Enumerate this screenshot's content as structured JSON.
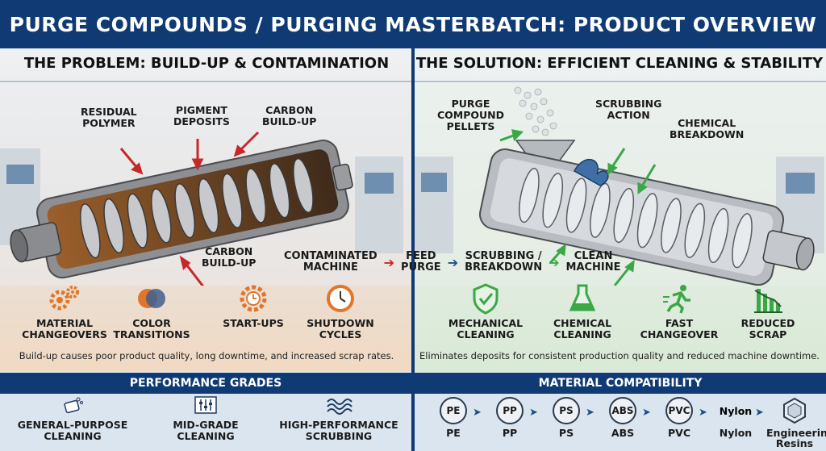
{
  "header": {
    "title": "PURGE COMPOUNDS / PURGING MASTERBATCH: PRODUCT OVERVIEW"
  },
  "problem": {
    "title": "THE PROBLEM: BUILD-UP & CONTAMINATION",
    "labels": {
      "residual_polymer": "RESIDUAL\nPOLYMER",
      "pigment_deposits": "PIGMENT\nDEPOSITS",
      "carbon_top": "CARBON\nBUILD-UP",
      "carbon_bottom": "CARBON\nBUILD-UP"
    },
    "icons": [
      {
        "label": "MATERIAL\nCHANGEOVERS",
        "icon": "gears-icon"
      },
      {
        "label": "COLOR\nTRANSITIONS",
        "icon": "color-circles-icon"
      },
      {
        "label": "START-UPS",
        "icon": "gear-clock-icon"
      },
      {
        "label": "SHUTDOWN\nCYCLES",
        "icon": "clock-icon"
      }
    ],
    "caption": "Build-up causes poor product quality, long downtime, and increased scrap rates."
  },
  "solution": {
    "title": "THE SOLUTION: EFFICIENT CLEANING & STABILITY",
    "labels": {
      "pellets": "PURGE\nCOMPOUND\nPELLETS",
      "scrubbing": "SCRUBBING\nACTION",
      "chemical": "CHEMICAL\nBREAKDOWN"
    },
    "icons": [
      {
        "label": "MECHANICAL\nCLEANING",
        "icon": "shield-check-icon"
      },
      {
        "label": "CHEMICAL\nCLEANING",
        "icon": "flask-icon"
      },
      {
        "label": "FAST\nCHANGEOVER",
        "icon": "runner-icon"
      },
      {
        "label": "REDUCED\nSCRAP",
        "icon": "bar-chart-down-icon"
      }
    ],
    "caption": "Eliminates deposits for consistent production quality and reduced machine downtime."
  },
  "flow": [
    "CONTAMINATED\nMACHINE",
    "FEED\nPURGE",
    "SCRUBBING /\nBREAKDOWN",
    "CLEAN\nMACHINE"
  ],
  "grades": {
    "title": "PERFORMANCE GRADES",
    "items": [
      {
        "label": "GENERAL-PURPOSE\nCLEANING",
        "icon": "sponge-icon"
      },
      {
        "label": "MID-GRADE\nCLEANING",
        "icon": "sliders-icon"
      },
      {
        "label": "HIGH-PERFORMANCE\nSCRUBBING",
        "icon": "scrub-waves-icon"
      }
    ]
  },
  "materials": {
    "title": "MATERIAL COMPATIBILITY",
    "items": [
      {
        "badge": "PE",
        "label": "PE"
      },
      {
        "badge": "PP",
        "label": "PP"
      },
      {
        "badge": "PS",
        "label": "PS"
      },
      {
        "badge": "ABS",
        "label": "ABS"
      },
      {
        "badge": "PVC",
        "label": "PVC"
      },
      {
        "badge": "Nylon",
        "label": "Nylon"
      },
      {
        "badge": "",
        "label": "Engineering\nResins"
      }
    ]
  },
  "colors": {
    "navy": "#0f3a73",
    "red_arrow": "#c62828",
    "green_arrow": "#3aa845",
    "orange_icon": "#e0762a",
    "blue_arrow": "#1e4e8c"
  }
}
